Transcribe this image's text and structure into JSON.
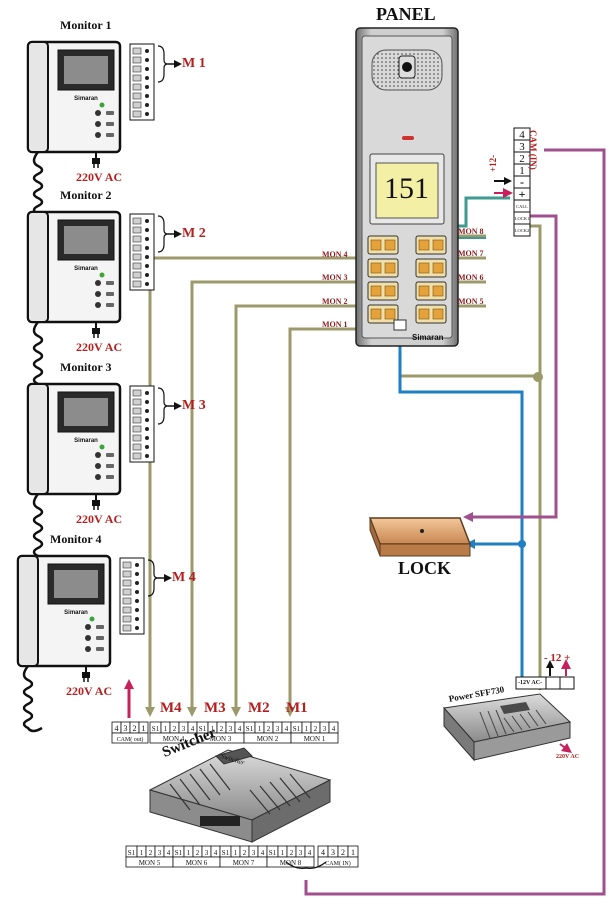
{
  "panel": {
    "title": "PANEL",
    "display": "151",
    "brand": "Simaran",
    "left_buttons": [
      "MON 4",
      "MON 3",
      "MON 2",
      "MON 1"
    ],
    "right_buttons": [
      "MON 8",
      "MON 7",
      "MON 6",
      "MON 5"
    ],
    "cam_terminals": [
      "4",
      "3",
      "2",
      "1"
    ],
    "cam_label": "CAM (IN)",
    "power_terminals": [
      "-",
      "+"
    ],
    "power_label": "+12-",
    "signal_terminals": [
      "CALL",
      "LOCK1",
      "LOCK2"
    ]
  },
  "monitors": [
    {
      "title": "Monitor 1",
      "bus_label": "M 1",
      "power": "220V AC",
      "brand": "Simaran"
    },
    {
      "title": "Monitor 2",
      "bus_label": "M 2",
      "power": "220V AC",
      "brand": "Simaran"
    },
    {
      "title": "Monitor 3",
      "bus_label": "M 3",
      "power": "220V AC",
      "brand": "Simaran"
    },
    {
      "title": "Monitor 4",
      "bus_label": "M 4",
      "power": "220V AC",
      "brand": "Simaran"
    }
  ],
  "lock": {
    "label": "LOCK"
  },
  "power_supply": {
    "label": "Power SFF730",
    "output_label": "- 12 +",
    "terminal_label": "-12V AC-",
    "input": "220V AC"
  },
  "switcher": {
    "label": "Switcher",
    "case_text": "Switcher",
    "inputs": [
      "M4",
      "M3",
      "M2",
      "M1"
    ],
    "top_cam_terminals": [
      "4",
      "3",
      "2",
      "1"
    ],
    "top_cam_label": "CAM( out)",
    "top_groups": [
      {
        "label": "MON 4",
        "cells": [
          "S1",
          "1",
          "2",
          "3",
          "4"
        ]
      },
      {
        "label": "MON 3",
        "cells": [
          "S1",
          "1",
          "2",
          "3",
          "4"
        ]
      },
      {
        "label": "MON 2",
        "cells": [
          "S1",
          "1",
          "2",
          "3",
          "4"
        ]
      },
      {
        "label": "MON 1",
        "cells": [
          "S1",
          "1",
          "2",
          "3",
          "4"
        ]
      }
    ],
    "bottom_groups": [
      {
        "label": "MON 5",
        "cells": [
          "S1",
          "1",
          "2",
          "3",
          "4"
        ]
      },
      {
        "label": "MON 6",
        "cells": [
          "S1",
          "1",
          "2",
          "3",
          "4"
        ]
      },
      {
        "label": "MON 7",
        "cells": [
          "S1",
          "1",
          "2",
          "3",
          "4"
        ]
      },
      {
        "label": "MON 8",
        "cells": [
          "S1",
          "1",
          "2",
          "3",
          "4"
        ]
      }
    ],
    "bottom_cam_terminals": [
      "4",
      "3",
      "2",
      "1"
    ],
    "bottom_cam_label": "CAM( IN)"
  },
  "colors": {
    "olive": "#9c9a6a",
    "blue": "#1f7fc2",
    "teal": "#3f9a8f",
    "magenta": "#a0508e",
    "red_arrow": "#c8205a",
    "label_red": "#b41e1e"
  }
}
